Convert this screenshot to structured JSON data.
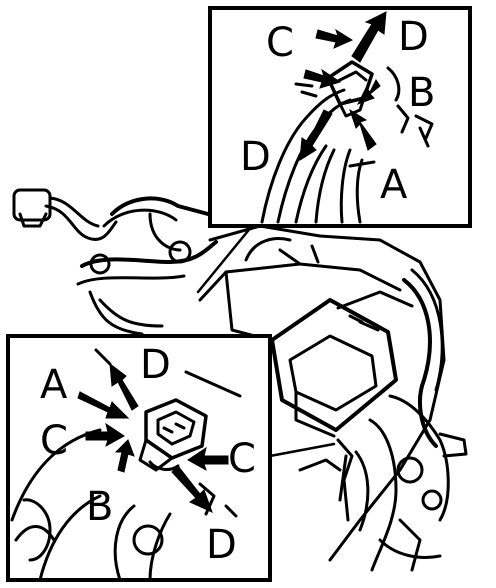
{
  "diagram": {
    "ink_color": "#000000",
    "background_color": "#ffffff",
    "inset_top": {
      "labels": {
        "c": "C",
        "d_top": "D",
        "b": "B",
        "d_left": "D",
        "a": "A"
      }
    },
    "inset_bottom": {
      "labels": {
        "a": "A",
        "d_top": "D",
        "c_left": "C",
        "c_right": "C",
        "b": "B",
        "d_bottom": "D"
      }
    }
  }
}
